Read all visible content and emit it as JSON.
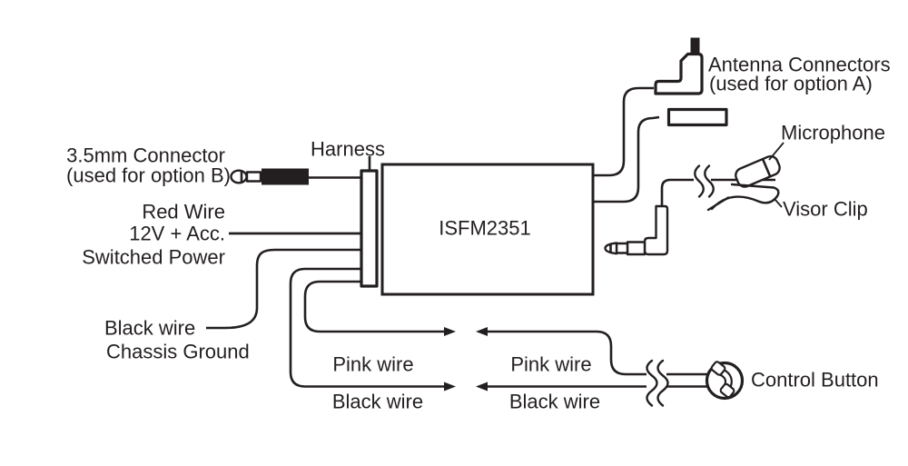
{
  "diagram": {
    "device_label": "ISFM2351",
    "harness_label": "Harness",
    "connector_b": {
      "line1": "3.5mm Connector",
      "line2": "(used for option B)"
    },
    "power": {
      "line1": "Red Wire",
      "line2": "12V + Acc.",
      "line3": "Switched Power"
    },
    "ground": {
      "line1": "Black wire",
      "line2": "Chassis Ground"
    },
    "antenna": {
      "line1": "Antenna Connectors",
      "line2": "(used for option A)"
    },
    "microphone_label": "Microphone",
    "visor_clip_label": "Visor Clip",
    "control_button_label": "Control Button",
    "wires": {
      "pink_left": "Pink wire",
      "pink_right": "Pink wire",
      "black_left": "Black wire",
      "black_right": "Black wire"
    },
    "colors": {
      "ink": "#231f20",
      "background": "#ffffff"
    }
  }
}
